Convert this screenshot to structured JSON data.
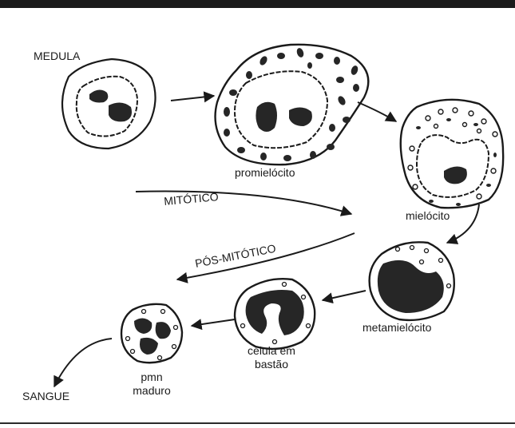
{
  "labels": {
    "medula": "MEDULA",
    "promielocito": "promielócito",
    "mitotico": "MITÓTICO",
    "mielocito": "mielócito",
    "pos_mitotico": "PÓS-MITÓTICO",
    "metamielocito": "metamielócito",
    "celula_line1": "célula em",
    "celula_line2": "bastão",
    "pmn_line1": "pmn",
    "pmn_line2": "maduro",
    "sangue": "SANGUE"
  },
  "colors": {
    "ink": "#1a1a1a",
    "nucleus": "#262626",
    "cell_fill": "#ffffff",
    "top_bar": "#1b1b1b"
  }
}
